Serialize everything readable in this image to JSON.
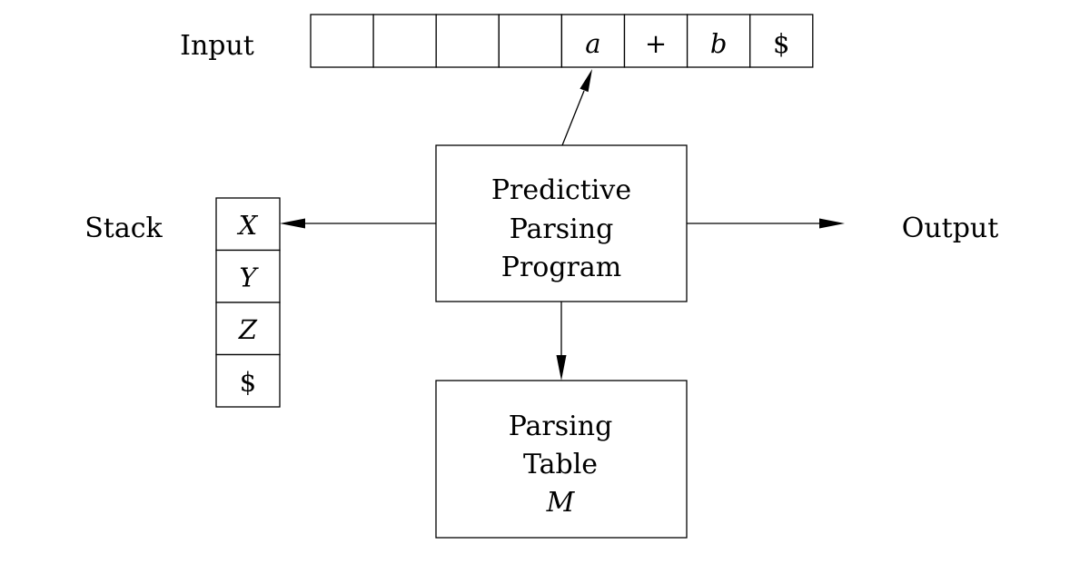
{
  "labels": {
    "input": "Input",
    "stack": "Stack",
    "output": "Output"
  },
  "input_tape": [
    "",
    "",
    "",
    "",
    "a",
    "+",
    "b",
    "$"
  ],
  "input_tape_italic": [
    false,
    false,
    false,
    false,
    true,
    false,
    true,
    false
  ],
  "stack": [
    "X",
    "Y",
    "Z",
    "$"
  ],
  "stack_italic": [
    true,
    true,
    true,
    false
  ],
  "program_box": {
    "lines": [
      "Predictive",
      "Parsing",
      "Program"
    ]
  },
  "table_box": {
    "lines": [
      "Parsing",
      "Table",
      "M"
    ],
    "italic": [
      false,
      false,
      true
    ]
  }
}
